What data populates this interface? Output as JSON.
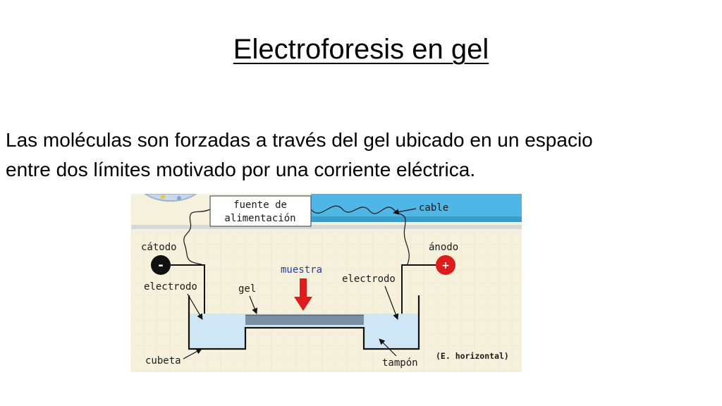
{
  "slide": {
    "title": "Electroforesis en gel",
    "body_lines": [
      "Las moléculas son forzadas a través del gel ubicado en un espacio",
      "entre dos límites motivado por una corriente eléctrica."
    ]
  },
  "diagram": {
    "power_supply_line1": "fuente de",
    "power_supply_line2": "alimentación",
    "cable": "cable",
    "cathode": "cátodo",
    "cathode_sign": "-",
    "anode": "ánodo",
    "anode_sign": "+",
    "electrode_left": "electrodo",
    "electrode_right": "electrodo",
    "sample": "muestra",
    "gel": "gel",
    "tank": "cubeta",
    "buffer": "tampón",
    "caption": "(E. horizontal)",
    "colors": {
      "buffer": "#cfe6f7",
      "gel": "#7b8fa6",
      "sample_arrow": "#e01b1b",
      "anode": "#e01b1b",
      "cathode": "#111111",
      "background": "#f6f1dc",
      "top_band": "#4fb6e6"
    }
  }
}
